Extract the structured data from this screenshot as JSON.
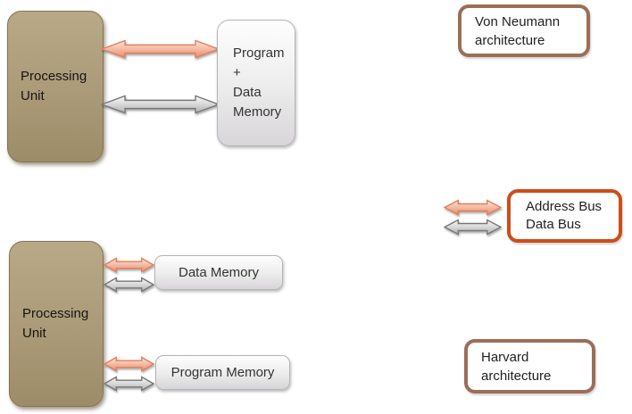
{
  "colors": {
    "processing_box_fill_top": "#b8a987",
    "processing_box_fill_bottom": "#9d8c68",
    "processing_box_border": "#857455",
    "memory_box_fill_top": "#fefefe",
    "memory_box_fill_bottom": "#d8d5d8",
    "memory_box_border": "#b5b3b7",
    "address_bus_arrow": "#ea8e6c",
    "address_bus_arrow_stroke": "#e07f5d",
    "data_bus_arrow": "#b3b3b3",
    "data_bus_arrow_stroke": "#777777",
    "caption_border_brown": "#9c6e59",
    "legend_border_orange": "#cc4e1a",
    "text": "#1f1f1f"
  },
  "von_neumann": {
    "unit_label": "Processing Unit",
    "memory_lines": [
      "Program",
      "+",
      "Data",
      "Memory"
    ],
    "caption": "Von Neumann architecture"
  },
  "harvard": {
    "unit_label": "Processing Unit",
    "data_memory_label": "Data Memory",
    "program_memory_label": "Program Memory",
    "caption": "Harvard architecture"
  },
  "legend": {
    "address_bus_label": "Address Bus",
    "data_bus_label": "Data Bus",
    "address_bus_icon": "double-arrow-icon",
    "data_bus_icon": "double-arrow-icon"
  }
}
